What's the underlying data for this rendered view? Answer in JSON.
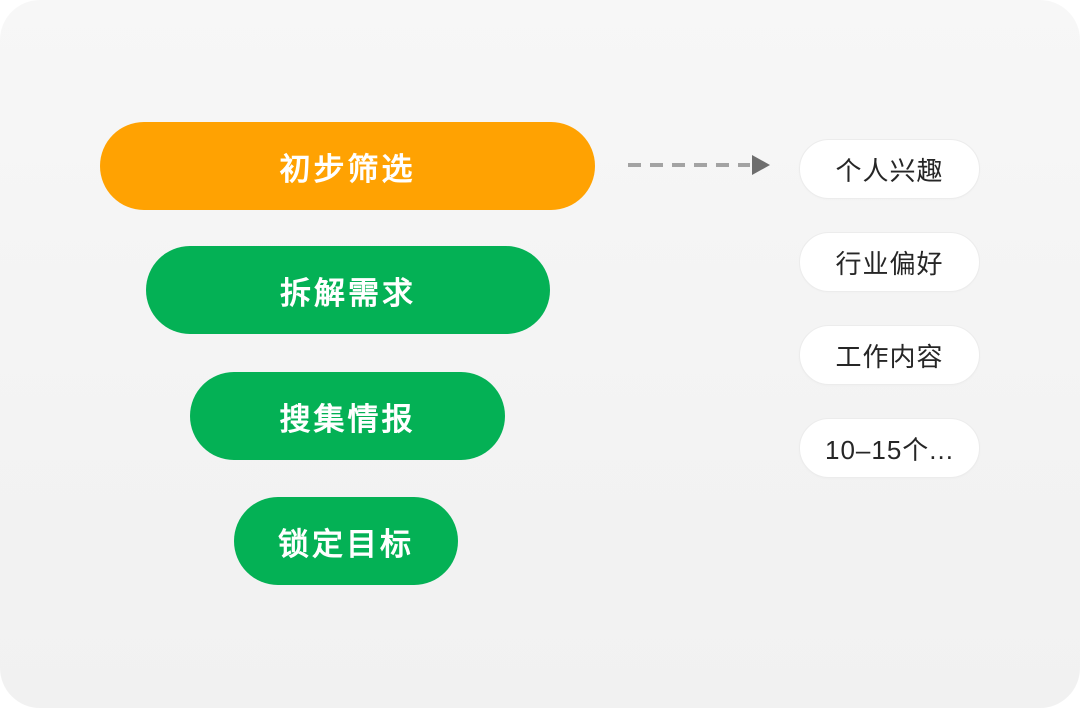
{
  "card": {
    "background_color": "#f5f5f5",
    "page_color": "#ffffff"
  },
  "funnel": {
    "steps": [
      {
        "label": "初步筛选",
        "color": "#ffa202"
      },
      {
        "label": "拆解需求",
        "color": "#04b155"
      },
      {
        "label": "搜集情报",
        "color": "#04b155"
      },
      {
        "label": "锁定目标",
        "color": "#04b155"
      }
    ]
  },
  "arrow": {
    "icon": "dashed-arrow-right-icon",
    "dash_color": "#a3a3a3",
    "head_color": "#6e6e6e",
    "direction": "right"
  },
  "tags": {
    "items": [
      {
        "label": "个人兴趣"
      },
      {
        "label": "行业偏好"
      },
      {
        "label": "工作内容"
      },
      {
        "label": "10–15个..."
      }
    ],
    "text_color": "#262626"
  }
}
